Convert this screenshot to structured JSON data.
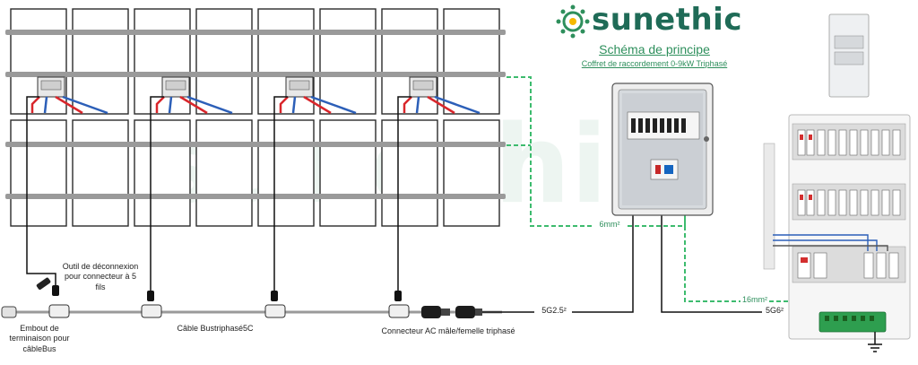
{
  "brand": {
    "name": "sunethic",
    "accent_color": "#2e8f5c",
    "dark_color": "#1f6b57"
  },
  "header": {
    "title": "Schéma de principe",
    "subtitle": "Coffret de raccordement 0-9kW Triphasé"
  },
  "labels": {
    "tool": "Outil de déconnexion pour connecteur à 5 fils",
    "end_cap": "Embout de terminaison pour câbleBus",
    "cable": "Câble Bustriphasé5C",
    "ac_connector": "Connecteur AC mâle/femelle triphasé",
    "ac_cable_section": "5G2.5²",
    "ground_cable_6": "6mm²",
    "ground_cable_16": "16mm²",
    "main_cable_section": "5G6²"
  },
  "colors": {
    "ground_wire": "#3dbb6e",
    "ac_wire": "#111111",
    "panel_frame": "#2b2b2b",
    "rail": "#9a9a9a",
    "dc_red": "#d9262b",
    "dc_blue": "#2c5fb8"
  },
  "icons": [
    "sunethic-logo-icon",
    "microinverter-icon",
    "connector-icon"
  ]
}
